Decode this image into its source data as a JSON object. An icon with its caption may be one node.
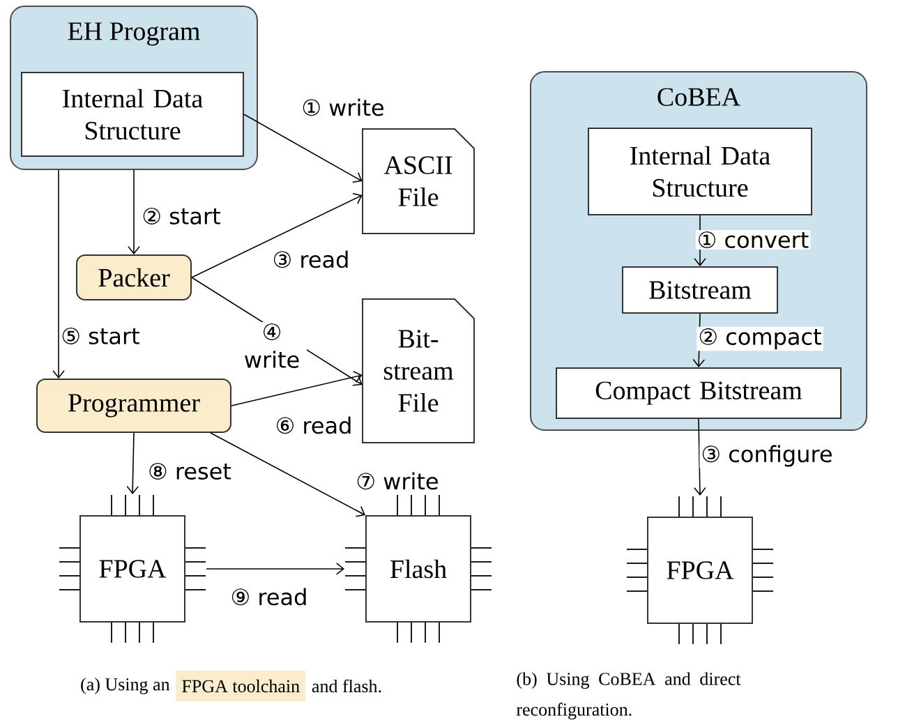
{
  "diagram": {
    "nodes": [
      {
        "text": [
          "EH Program"
        ]
      },
      {
        "text": [
          "Internal Data Structure"
        ],
        "in": 0
      },
      {
        "text": [
          "ASCII File"
        ]
      },
      {
        "text": [
          "Packer"
        ]
      },
      {
        "text": [
          "Bit- stream File"
        ]
      },
      {
        "text": [
          "Programmer"
        ]
      },
      {
        "text": [
          "FPGA"
        ]
      },
      {
        "text": [
          "Flash"
        ]
      },
      {
        "text": [
          "CoBEA"
        ]
      },
      {
        "text": [
          "Internal Data Structure"
        ],
        "in": 8
      },
      {
        "text": [
          "Bitstream"
        ],
        "in": 8
      },
      {
        "text": [
          "Compact Bitstream"
        ],
        "in": 8
      },
      {
        "text": [
          "FPGA"
        ]
      }
    ],
    "edges": [
      {
        "from": 1,
        "to": 2,
        "arrow": "to",
        "label": "① write"
      },
      {
        "from": 0,
        "to": 3,
        "arrow": "to",
        "label": "② start"
      },
      {
        "from": 3,
        "to": 2,
        "arrow": "to",
        "label": "③ read"
      },
      {
        "from": 3,
        "to": 4,
        "arrow": "to",
        "label": "④ write"
      },
      {
        "from": 0,
        "to": 5,
        "arrow": "to",
        "label": "⑤ start"
      },
      {
        "from": 5,
        "to": 4,
        "arrow": "to",
        "label": "⑥ read"
      },
      {
        "from": 5,
        "to": 7,
        "arrow": "to",
        "label": "⑦ write"
      },
      {
        "from": 5,
        "to": 6,
        "arrow": "to",
        "label": "⑧ reset"
      },
      {
        "from": 6,
        "to": 7,
        "arrow": "to",
        "label": "⑨ read"
      },
      {
        "from": 9,
        "to": 10,
        "arrow": "to",
        "label": "① convert"
      },
      {
        "from": 10,
        "to": 11,
        "arrow": "to",
        "label": "② compact"
      },
      {
        "from": 11,
        "to": 12,
        "arrow": "to",
        "label": "③ configure"
      }
    ],
    "labels": [
      "(a) Using an",
      "and flash.",
      "(b) Using CoBEA and direct reconfiguration."
    ],
    "legend": [
      {
        "text": "FPGA toolchain",
        "color": "#fbeccb"
      }
    ]
  }
}
